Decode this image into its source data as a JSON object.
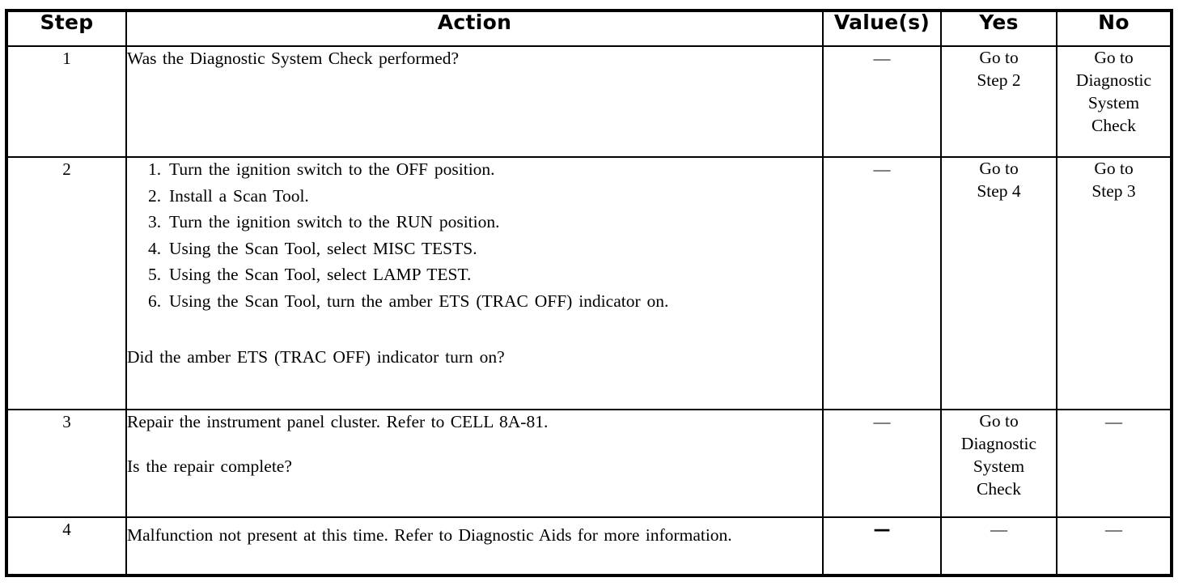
{
  "document": {
    "type": "diagnostic-procedure-table",
    "columns": [
      "Step",
      "Action",
      "Value(s)",
      "Yes",
      "No"
    ]
  },
  "table": {
    "header": {
      "step": "Step",
      "action": "Action",
      "value": "Value(s)",
      "yes": "Yes",
      "no": "No"
    },
    "rows": [
      {
        "step": "1",
        "action_lines": [
          "Was the Diagnostic System Check performed?"
        ],
        "value": "—",
        "yes_lines": [
          "Go to",
          "Step 2"
        ],
        "no_lines": [
          "Go to",
          "Diagnostic",
          "System",
          "Check"
        ]
      },
      {
        "step": "2",
        "list_items": [
          {
            "num": "1.",
            "text": "Turn the ignition switch to the OFF position."
          },
          {
            "num": "2.",
            "text": "Install a Scan Tool."
          },
          {
            "num": "3.",
            "text": "Turn the ignition switch to the RUN position."
          },
          {
            "num": "4.",
            "text": "Using the Scan Tool, select MISC TESTS."
          },
          {
            "num": "5.",
            "text": "Using the Scan Tool, select LAMP TEST."
          },
          {
            "num": "6.",
            "text": "Using the Scan Tool, turn the amber ETS (TRAC OFF) indicator on."
          }
        ],
        "question": "Did the amber ETS (TRAC OFF) indicator turn on?",
        "value": "—",
        "yes_lines": [
          "Go to",
          "Step 4"
        ],
        "no_lines": [
          "Go to",
          "Step 3"
        ]
      },
      {
        "step": "3",
        "action_lines": [
          "Repair the instrument panel cluster. Refer to CELL 8A-81."
        ],
        "question": "Is the repair complete?",
        "value": "—",
        "yes_lines": [
          "Go to",
          "Diagnostic",
          "System",
          "Check"
        ],
        "no_lines": [
          "—"
        ]
      },
      {
        "step": "4",
        "action_lines": [
          "Malfunction not present at this time. Refer to Diagnostic Aids for more information."
        ],
        "value": "—",
        "yes_lines": [
          "—"
        ],
        "no_lines": [
          "—"
        ]
      }
    ]
  }
}
